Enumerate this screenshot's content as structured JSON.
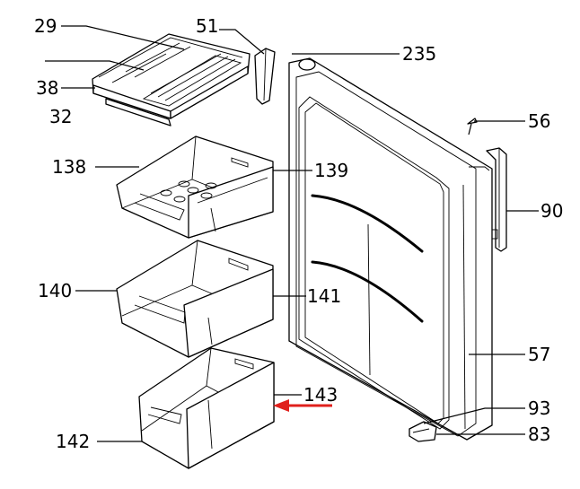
{
  "diagram": {
    "labels": {
      "p29": "29",
      "p51": "51",
      "p235": "235",
      "p38": "38",
      "p32": "32",
      "p56": "56",
      "p138": "138",
      "p139": "139",
      "p90": "90",
      "p140": "140",
      "p141": "141",
      "p57": "57",
      "p143": "143",
      "p93": "93",
      "p142": "142",
      "p83": "83"
    },
    "arrow_color": "#e0201c"
  }
}
